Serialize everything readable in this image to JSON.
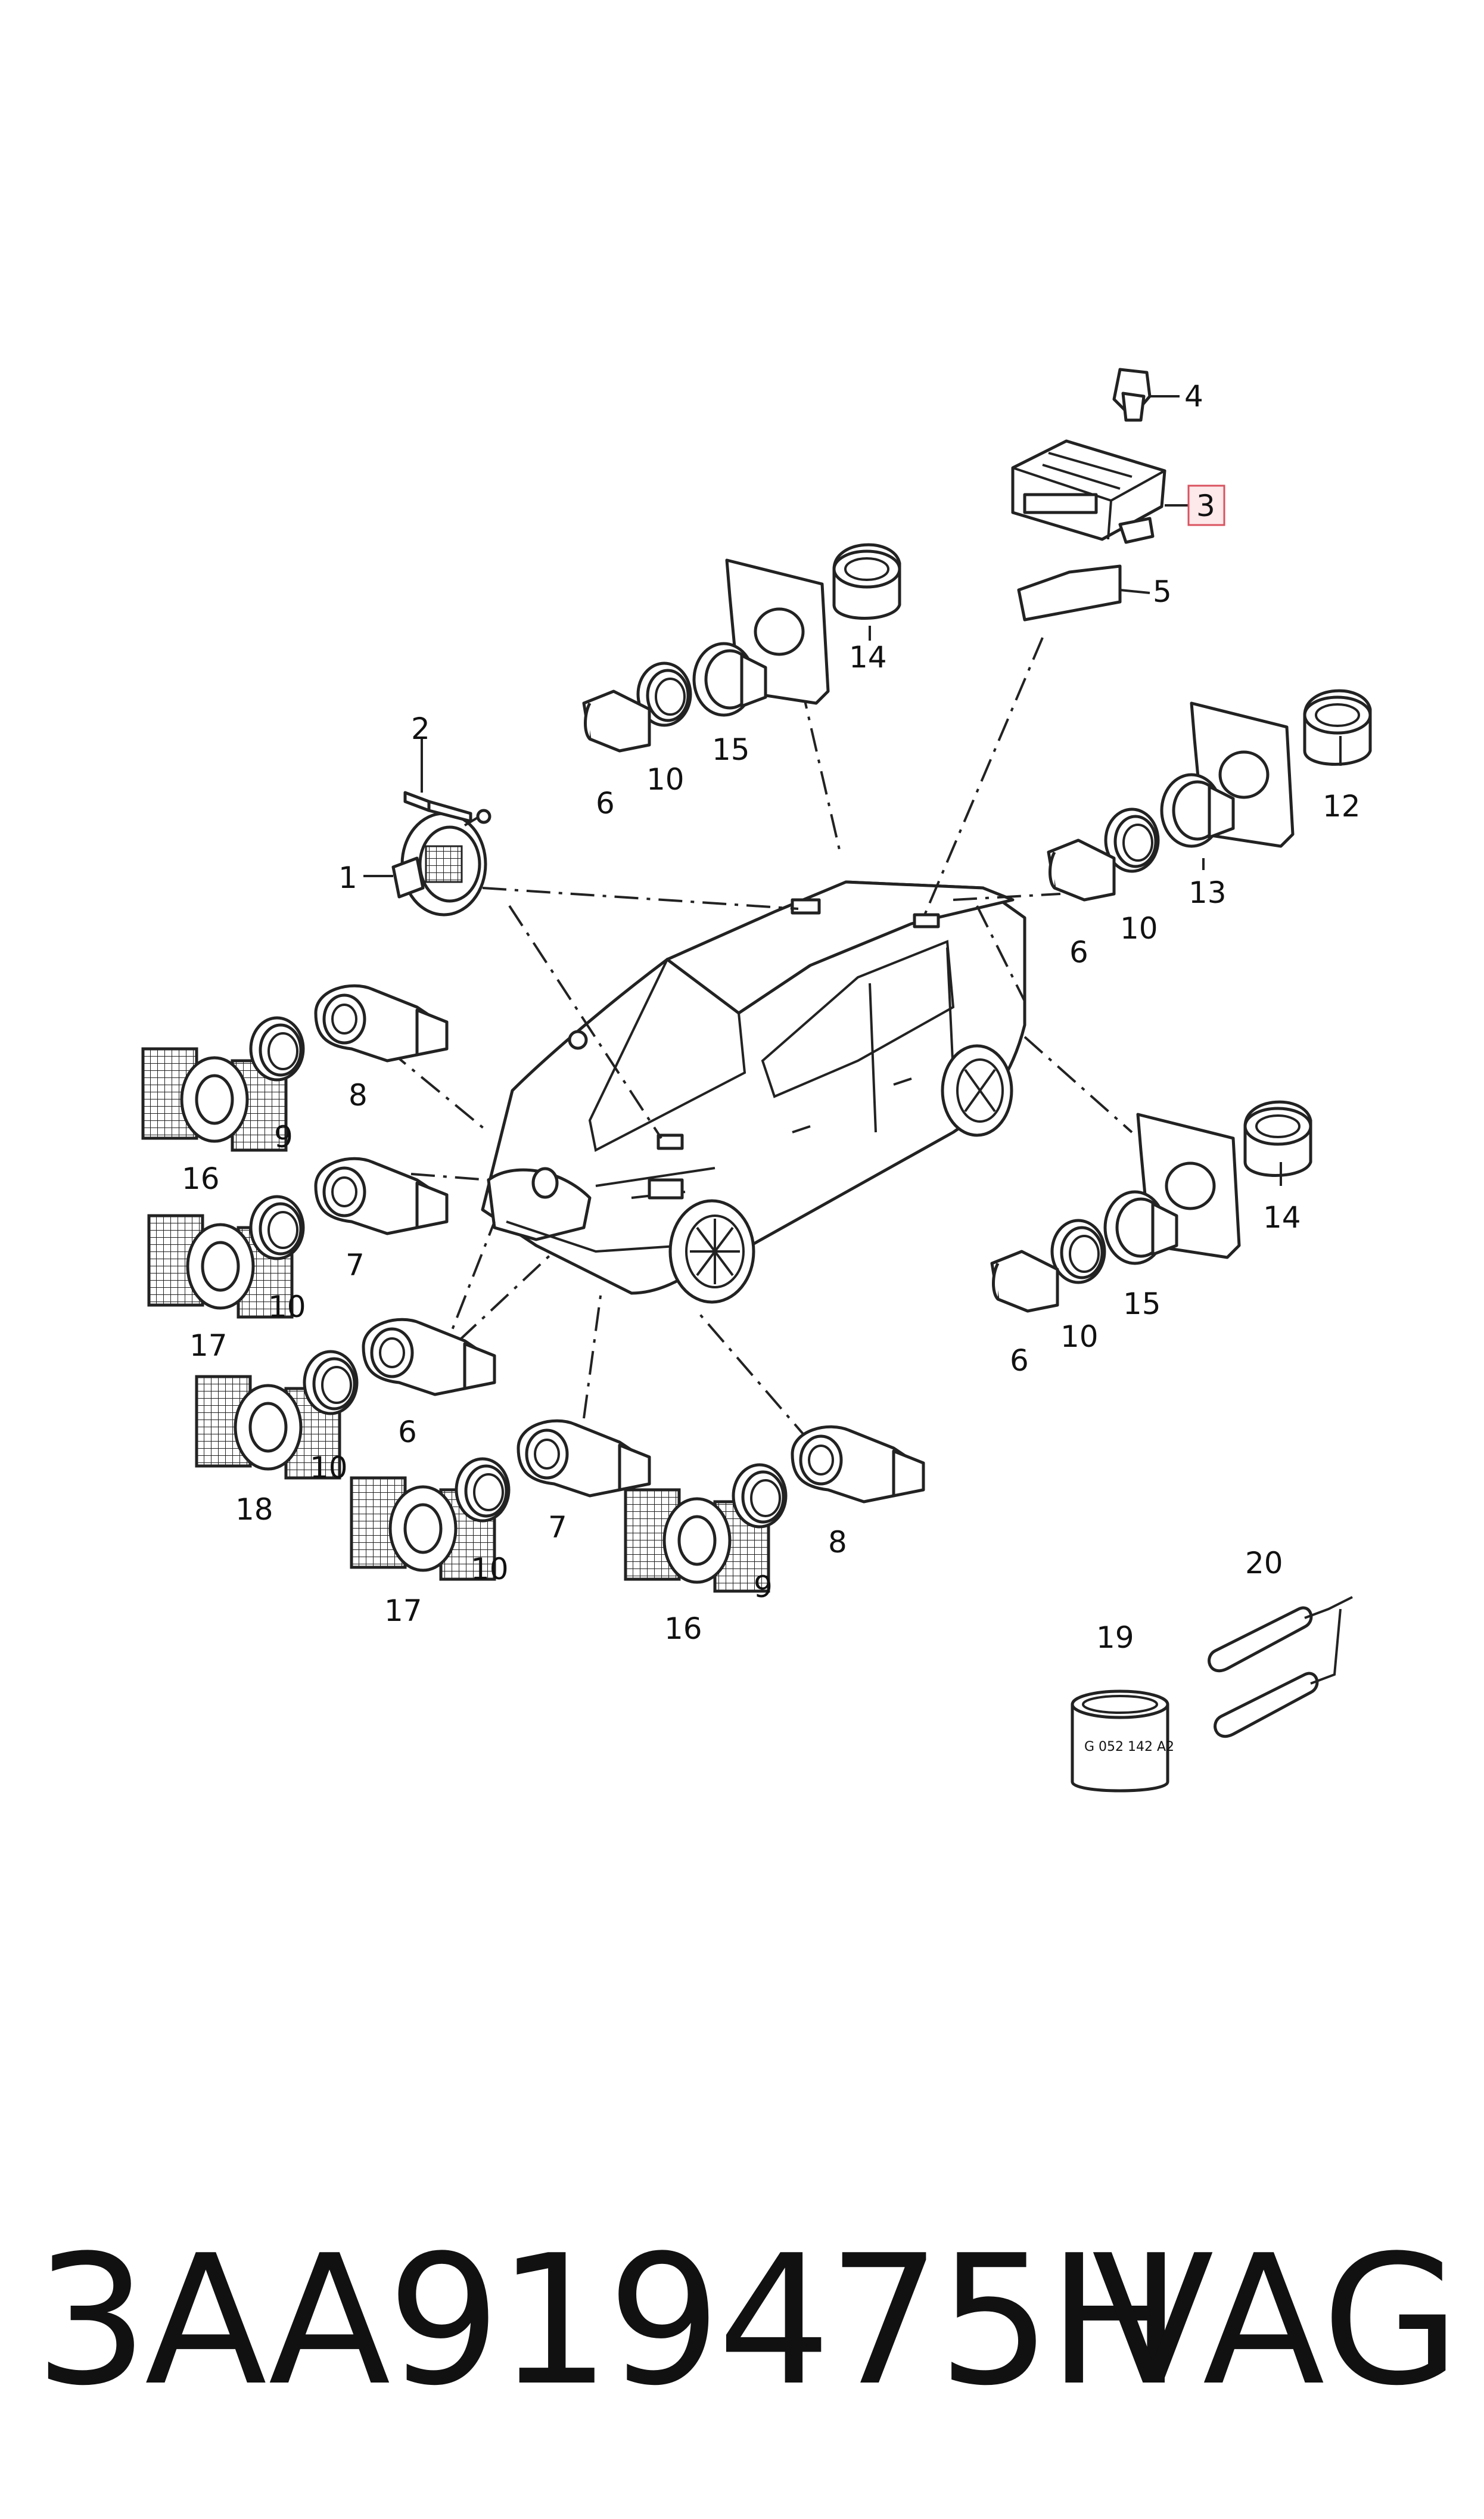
{
  "callouts": {
    "c1": "1",
    "c2": "2",
    "c3": "3",
    "c4": "4",
    "c5": "5",
    "c6a": "6",
    "c6b": "6",
    "c6c": "6",
    "c6d": "6",
    "c7a": "7",
    "c7b": "7",
    "c8a": "8",
    "c8b": "8",
    "c9a": "9",
    "c9b": "9",
    "c10a": "10",
    "c10b": "10",
    "c10c": "10",
    "c10d": "10",
    "c10e": "10",
    "c10f": "10",
    "c12": "12",
    "c13": "13",
    "c14a": "14",
    "c14b": "14",
    "c15a": "15",
    "c15b": "15",
    "c16a": "16",
    "c16b": "16",
    "c17a": "17",
    "c17b": "17",
    "c18": "18",
    "c19": "19",
    "c20": "20"
  },
  "highlighted_callout": "3",
  "tube_label": "G 052 142 A2",
  "footer": {
    "part_number": "3AA919475H",
    "brand": "VAG"
  }
}
